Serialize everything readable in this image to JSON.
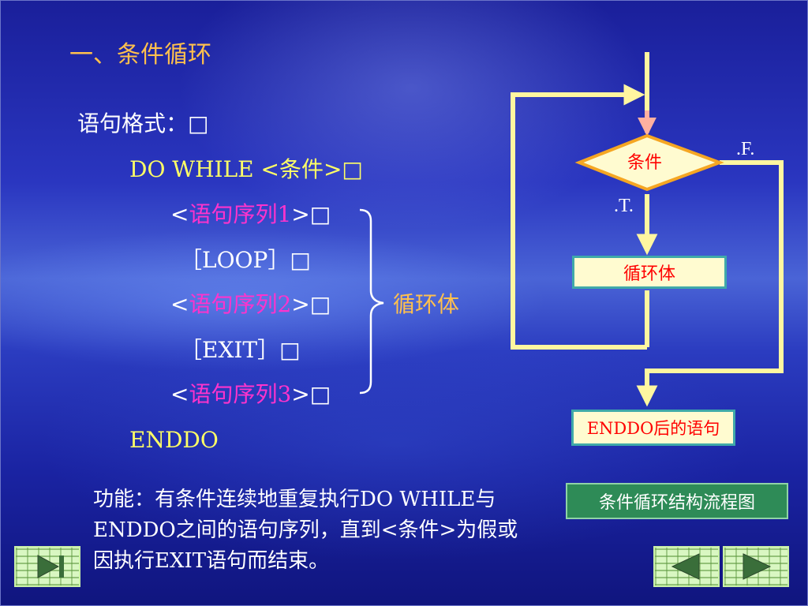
{
  "title": "一、条件循环",
  "syntax": {
    "heading": "语句格式：□",
    "line_do": "DO  WHILE  <条件>□",
    "seq1": {
      "open": "<",
      "label": "语句序列1",
      "close": ">□"
    },
    "loop": "［LOOP］□",
    "seq2": {
      "open": "<",
      "label": "语句序列2",
      "close": ">□"
    },
    "exit": "［EXIT］□",
    "seq3": {
      "open": "<",
      "label": "语句序列3",
      "close": ">□"
    },
    "enddo": "ENDDO",
    "brace_label": "循环体"
  },
  "description": "功能：有条件连续地重复执行DO WHILE与ENDDO之间的语句序列，直到<条件>为假或因执行EXIT语句而结束。",
  "flowchart": {
    "condition": "条件",
    "false_label": ".F.",
    "true_label": ".T.",
    "loop_body": "循环体",
    "after": "ENDDO后的语句",
    "caption": "条件循环结构流程图"
  },
  "nav": {
    "first_icon": "skip-to-start-icon",
    "prev_icon": "triangle-left-icon",
    "next_icon": "triangle-right-icon"
  },
  "colors": {
    "title": "#ffc04d",
    "code": "#ffff66",
    "sequence": "#ff33cc",
    "flow_line": "#fff6a0",
    "box_text": "#ff0000"
  }
}
